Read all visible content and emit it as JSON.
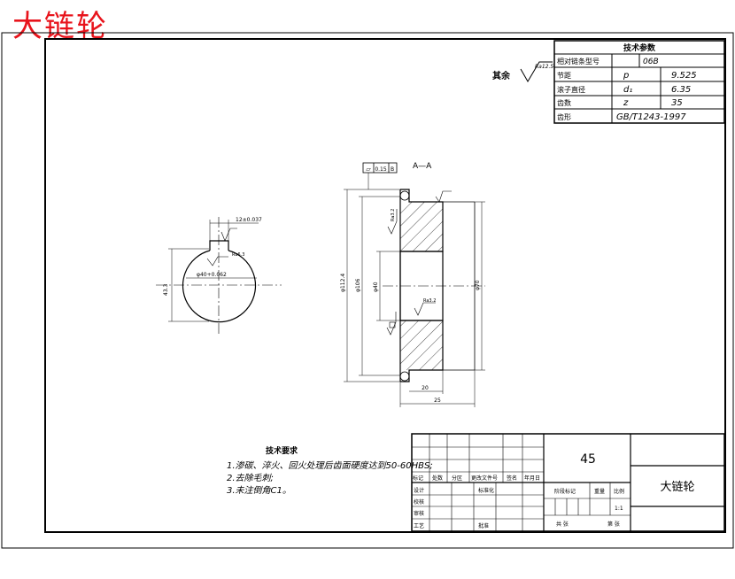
{
  "stamp_title": "大链轮",
  "surface_note": {
    "label": "其余",
    "roughness": "Ra12.5"
  },
  "params": {
    "header": "技术参数",
    "rows": [
      {
        "name": "相对链条型号",
        "symbol": "",
        "value": "06B"
      },
      {
        "name": "节距",
        "symbol": "p",
        "value": "9.525"
      },
      {
        "name": "滚子直径",
        "symbol": "d₁",
        "value": "6.35"
      },
      {
        "name": "齿数",
        "symbol": "z",
        "value": "35"
      },
      {
        "name": "齿形",
        "symbol": "",
        "value": "GB/T1243-1997"
      }
    ]
  },
  "section_label": "A—A",
  "flatness_frame": {
    "symbol": "▱",
    "value": "0.15",
    "datum": "B"
  },
  "key_tolerance": "12±0.037",
  "dims": {
    "outer_dia": "φ112.4",
    "root_dia": "φ106",
    "bore_dia": "φ40",
    "hub_dia": "φ70",
    "key_height": "43.3",
    "bore_tol": "φ40+0.062",
    "width_20": "20",
    "width_25": "25",
    "ra_a": "Ra6.3",
    "ra_b": "Ra3.2",
    "ra_c": "Ra3.2",
    "ra_d": "Ra3.2"
  },
  "requirements": {
    "title": "技术要求",
    "items": [
      "1.渗碳、淬火、回火处理后齿面硬度达到50-60HBS;",
      "2.去除毛刺;",
      "3.未注倒角C1。"
    ]
  },
  "title_block": {
    "material": "45",
    "part_name": "大链轮",
    "row_labels": [
      "标记",
      "处数",
      "分区",
      "更改文件号",
      "签名",
      "年月日"
    ],
    "left_labels": [
      "设计",
      "标准化",
      "校核",
      "审核",
      "工艺",
      "批准"
    ],
    "stage_label": "阶段标记",
    "weight_label": "重量",
    "scale_label": "比例",
    "scale_value": "1:1",
    "sheets_label": "共 张",
    "sheet_label": "第 张"
  }
}
